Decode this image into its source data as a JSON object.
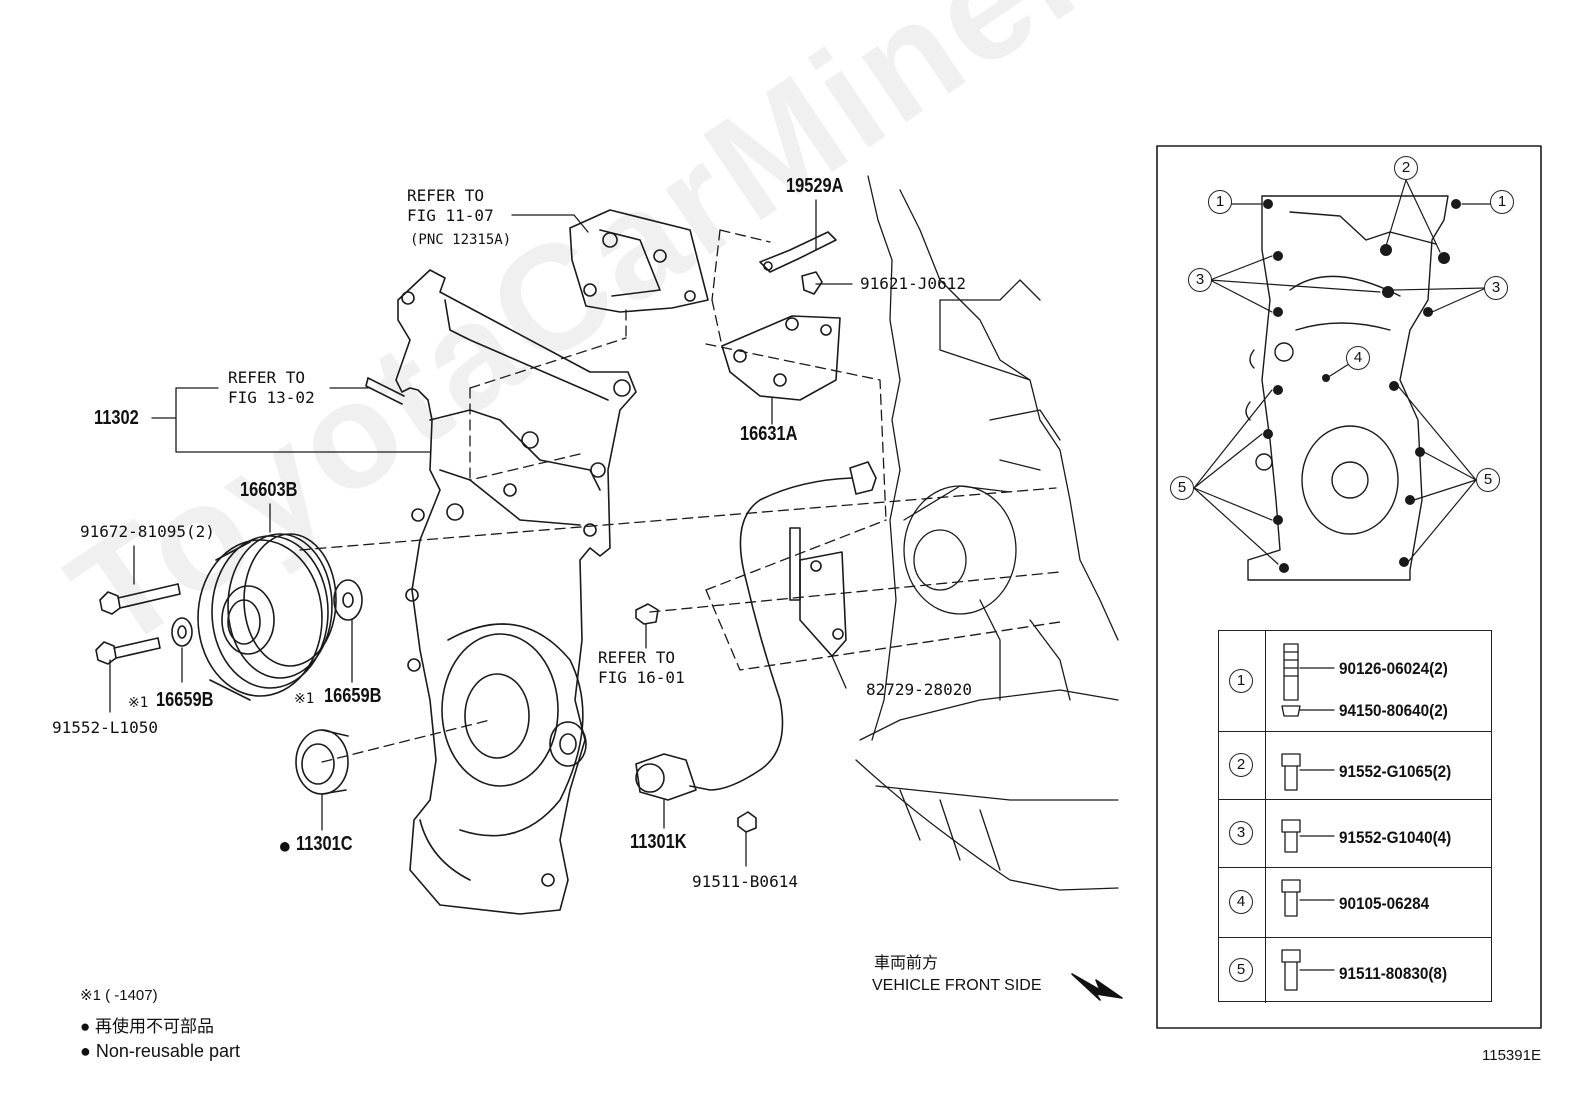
{
  "watermark": "ToyotaCarMiner.ru",
  "figure_id": "115391E",
  "refs": {
    "ref1_line1": "REFER TO",
    "ref1_line2": "FIG 11-07",
    "ref1_line3": "(PNC 12315A)",
    "ref2_line1": "REFER TO",
    "ref2_line2": "FIG 13-02",
    "ref3_line1": "REFER TO",
    "ref3_line2": "FIG 16-01"
  },
  "parts": {
    "p11302": "11302",
    "p16603B": "16603B",
    "p91672": "91672-81095(2)",
    "p91552L": "91552-L1050",
    "p16659B_a": "16659B",
    "p16659B_b": "16659B",
    "p11301C": "11301C",
    "p19529A": "19529A",
    "p91621": "91621-J0612",
    "p16631A": "16631A",
    "p82729": "82729-28020",
    "p11301K": "11301K",
    "p91511B": "91511-B0614"
  },
  "marks": {
    "note_mark": "※1",
    "non_reusable_dot": "●"
  },
  "notes": {
    "note1": "※1 (      -1407)",
    "jp_nonreusable": "再使用不可部品",
    "en_nonreusable": "Non-reusable part",
    "jp_front": "車両前方",
    "en_front": "VEHICLE FRONT SIDE"
  },
  "inset": {
    "callouts": [
      "1",
      "2",
      "3",
      "4",
      "5"
    ],
    "legend": [
      {
        "num": "1",
        "parts": [
          "90126-06024(2)",
          "94150-80640(2)"
        ]
      },
      {
        "num": "2",
        "parts": [
          "91552-G1065(2)"
        ]
      },
      {
        "num": "3",
        "parts": [
          "91552-G1040(4)"
        ]
      },
      {
        "num": "4",
        "parts": [
          "90105-06284"
        ]
      },
      {
        "num": "5",
        "parts": [
          "91511-80830(8)"
        ]
      }
    ]
  }
}
